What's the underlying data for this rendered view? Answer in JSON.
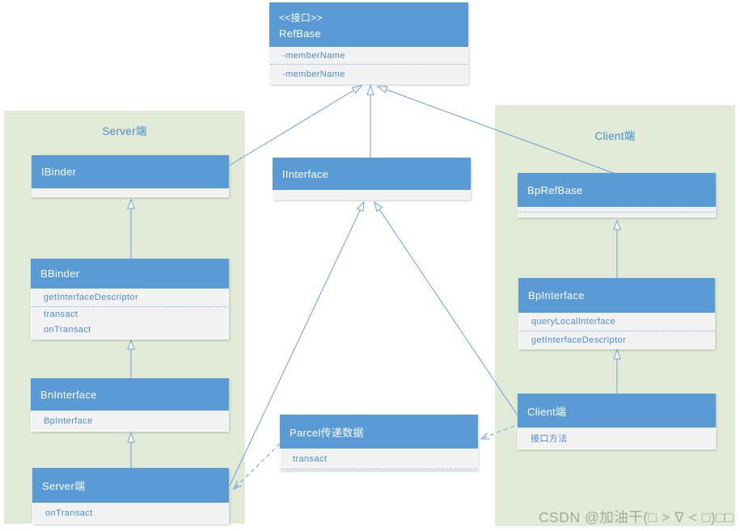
{
  "panels": {
    "server": {
      "title": "Server端"
    },
    "client": {
      "title": "Client端"
    }
  },
  "classes": {
    "refbase": {
      "stereotype": "<<接口>>",
      "name": "RefBase",
      "member1": "-memberName",
      "member2": "-memberName"
    },
    "ibinder": {
      "name": "IBinder"
    },
    "iinterface": {
      "name": "IInterface"
    },
    "bbinder": {
      "name": "BBinder",
      "member1": "getInterfaceDescriptor",
      "member2": "transact",
      "member3": "onTransact"
    },
    "bninterface": {
      "name": "BnInterface",
      "member1": "BpInterface"
    },
    "server_impl": {
      "name": "Server端",
      "member1": "onTransact"
    },
    "parcel": {
      "name": "Parcel传递数据",
      "member1": "transact"
    },
    "bprefbase": {
      "name": "BpRefBase"
    },
    "bpinterface": {
      "name": "BpInterface",
      "member1": "queryLocalInterface",
      "member2": "getInterfaceDescriptor"
    },
    "client_impl": {
      "name": "Client端",
      "member1": "接口方法"
    }
  },
  "relationships": [
    {
      "from": "IBinder",
      "to": "RefBase",
      "type": "inheritance",
      "style": "solid"
    },
    {
      "from": "IInterface",
      "to": "RefBase",
      "type": "inheritance",
      "style": "solid"
    },
    {
      "from": "BpRefBase",
      "to": "RefBase",
      "type": "inheritance",
      "style": "solid"
    },
    {
      "from": "BBinder",
      "to": "IBinder",
      "type": "inheritance",
      "style": "solid"
    },
    {
      "from": "BnInterface",
      "to": "BBinder",
      "type": "inheritance",
      "style": "solid"
    },
    {
      "from": "Server端",
      "to": "BnInterface",
      "type": "inheritance",
      "style": "solid"
    },
    {
      "from": "Server端",
      "to": "IInterface",
      "type": "inheritance",
      "style": "solid"
    },
    {
      "from": "Client端",
      "to": "IInterface",
      "type": "inheritance",
      "style": "solid"
    },
    {
      "from": "BpInterface",
      "to": "BpRefBase",
      "type": "inheritance",
      "style": "solid"
    },
    {
      "from": "Client端",
      "to": "BpInterface",
      "type": "inheritance",
      "style": "solid"
    },
    {
      "from": "Client端",
      "to": "Parcel传递数据",
      "type": "dependency",
      "style": "dashed"
    },
    {
      "from": "Parcel传递数据",
      "to": "Server端",
      "type": "dependency",
      "style": "dashed"
    }
  ],
  "watermark": "CSDN @加油干(□ > ∇ < □)□□",
  "colors": {
    "accent": "#5b9bd5",
    "panel": "#e2ebd8",
    "body-bg": "#f2f2f2",
    "member": "#4f8bc9",
    "edge": "#6f9ed9",
    "sep": "#86aedd",
    "title": "#4a89c8",
    "watermark": "#9da896"
  }
}
